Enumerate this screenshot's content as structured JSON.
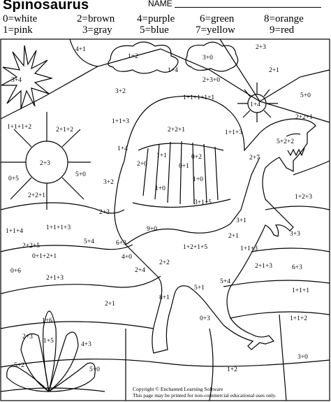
{
  "title": "Spinosaurus",
  "name_label": "NAME",
  "color_key": [
    {
      "label": "0=white"
    },
    {
      "label": "1=pink"
    },
    {
      "label": "2=brown"
    },
    {
      "label": "3=gray"
    },
    {
      "label": "4=purple"
    },
    {
      "label": "5=blue"
    },
    {
      "label": "6=green"
    },
    {
      "label": "7=yellow"
    },
    {
      "label": "8=orange"
    },
    {
      "label": "9=red"
    }
  ],
  "regions": [
    "3+4",
    "4+1",
    "1+2",
    "3+0",
    "2+3",
    "2+1",
    "1+4",
    "2+3+0",
    "5+0",
    "3+2",
    "1+1+1+1+1",
    "1+4",
    "2+2+1",
    "1+1+3",
    "2+2+1",
    "1+1+3",
    "1+1+1+2",
    "2+1+2",
    "1+4",
    "1+1",
    "0+2",
    "0+1",
    "2+3",
    "2+7",
    "5+2+2",
    "5+0",
    "0+5",
    "3+2",
    "1+0",
    "2+0",
    "1+0",
    "2+2+1",
    "1+2+3",
    "2+3",
    "3+1+5",
    "1+1+4",
    "1+1+1+3",
    "9+0",
    "3+1",
    "3+3",
    "2+2+5",
    "5+4",
    "6+3",
    "1+2+1+5",
    "2+1",
    "1+1+3",
    "0+1+2+1",
    "4+0",
    "0+6",
    "2+4",
    "2+2",
    "6+3",
    "2+1+3",
    "2+1+3",
    "5+1",
    "5+4",
    "1+1+1",
    "2+1",
    "8+1",
    "1+6",
    "0+3",
    "1+1+2",
    "2+3",
    "1+5",
    "4+3",
    "5+2",
    "5+0",
    "1+2",
    "3+0"
  ],
  "copyright_line1": "Copyright © Enchanted Learning Software",
  "copyright_line2": "This page may be printed for non-commercial educational uses only."
}
